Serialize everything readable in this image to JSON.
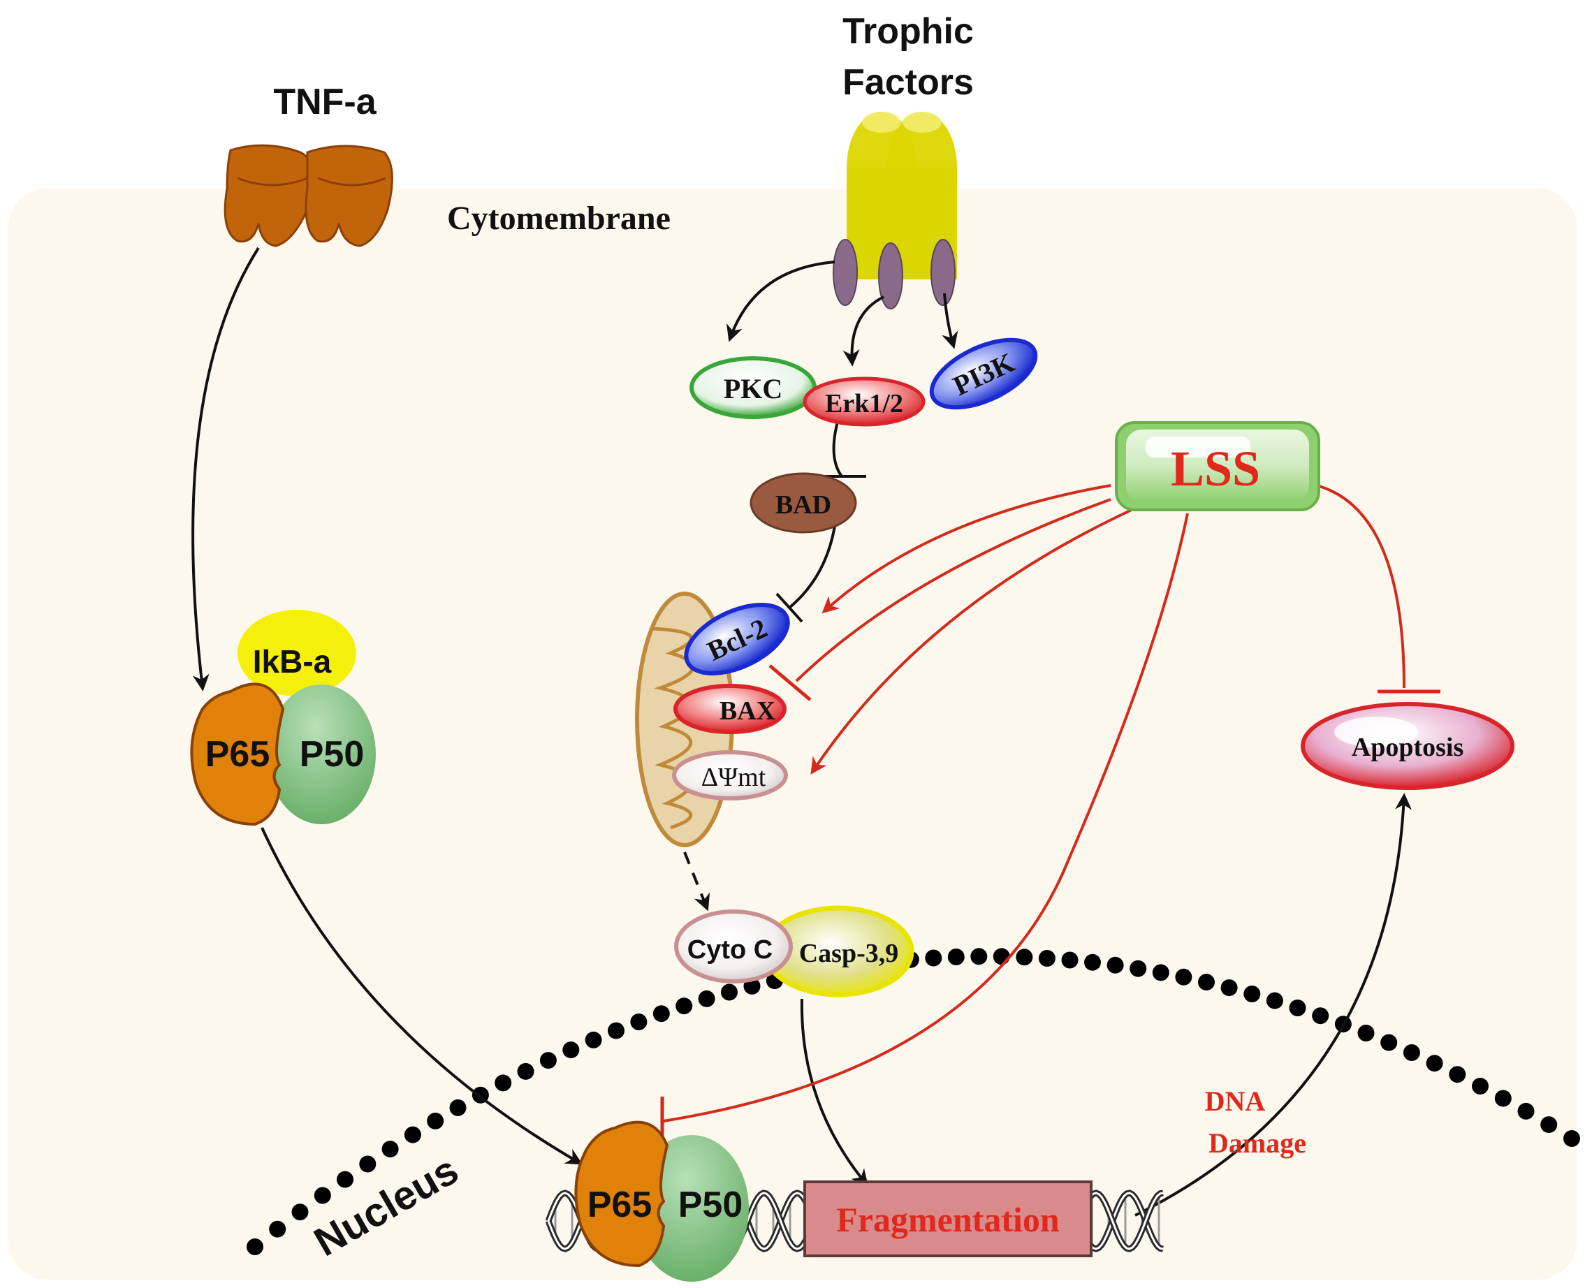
{
  "labels": {
    "tnf": "TNF-a",
    "trophic_line1": "Trophic",
    "trophic_line2": "Factors",
    "cytomembrane": "Cytomembrane",
    "pkc": "PKC",
    "erk": "Erk1/2",
    "pi3k": "PI3K",
    "lss": "LSS",
    "bad": "BAD",
    "bcl2": "Bcl-2",
    "bax": "BAX",
    "dpsi": "ΔΨmt",
    "ikb": "IkB-a",
    "p65": "P65",
    "p50": "P50",
    "apoptosis": "Apoptosis",
    "cytoc": "Cyto C",
    "casp": "Casp-3,9",
    "dna_line1": "DNA",
    "dna_line2": "Damage",
    "nucleus": "Nucleus",
    "fragmentation": "Fragmentation"
  },
  "colors": {
    "cell_background": "#fcf8ee",
    "activation_arrow": "#111111",
    "lss_effect": "#d42a1c",
    "label_red": "#e0281c",
    "tnf_receptor": "#c2640a",
    "trophic_receptor": "#dcd600",
    "receptor_domain": "#8a6a8a",
    "pkc_outline": "#3aa63a",
    "erk_outline": "#d8242a",
    "pi3k_outline": "#1a2ad0",
    "bad_fill": "#9a5a40",
    "bcl2_outline": "#1a2ad0",
    "bax_outline": "#d8242a",
    "ikb_fill": "#f5f00a",
    "p65_fill": "#e0820a",
    "p50_fill": "#7fc27f",
    "lss_box": "#8fcf6f",
    "apoptosis_outline": "#d8242a",
    "casp_outline": "#e8e400",
    "mitochondrion_fill": "#e8d4a8",
    "mitochondrion_outline": "#c08a3a",
    "fragmentation_fill": "#d98a8a",
    "nucleus_dots": "#000000"
  }
}
